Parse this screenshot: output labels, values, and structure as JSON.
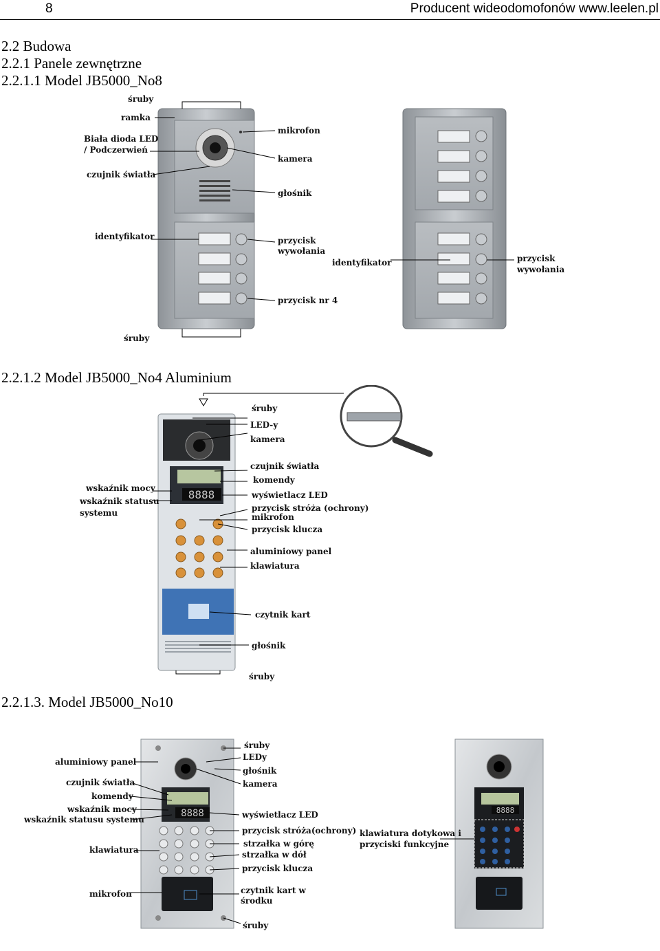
{
  "header": {
    "page_number": "8",
    "site": "Producent wideodomofonów www.leelen.pl"
  },
  "headings": {
    "h1": "2.2 Budowa",
    "h2": "2.2.1 Panele zewnętrzne",
    "h3": "2.2.1.1 Model JB5000_No8",
    "h4": "2.2.1.2 Model JB5000_No4 Aluminium",
    "h5": "2.2.1.3. Model JB5000_No10"
  },
  "fig1": {
    "labels": {
      "sruby_top": "śruby",
      "ramka": "ramka",
      "led1": "Biała dioda LED",
      "led2": "/ Podczerwień",
      "czujnik": "czujnik światła",
      "mikrofon": "mikrofon",
      "kamera": "kamera",
      "glosnik": "głośnik",
      "identyfikator": "identyfikator",
      "przycisk1": "przycisk",
      "wywolania1": "wywołania",
      "przycisk_nr4": "przycisk nr 4",
      "sruby_bottom": "śruby",
      "identyfikator2": "identyfikator",
      "przycisk2": "przycisk",
      "wywolania2": "wywołania"
    }
  },
  "fig2": {
    "display_digits": "8888",
    "labels": {
      "sruby_top": "śruby",
      "ledy": "LED-y",
      "kamera": "kamera",
      "czujnik": "czujnik światła",
      "komendy": "komendy",
      "wyswietlacz": "wyświetlacz LED",
      "przycisk_stroza": "przycisk stróża (ochrony)",
      "mikrofon": "mikrofon",
      "przycisk_klucza": "przycisk klucza",
      "aluminiowy": "aluminiowy panel",
      "klawiatura": "klawiatura",
      "czytnik": "czytnik kart",
      "glosnik": "głośnik",
      "sruby_bottom": "śruby",
      "wskaznik_mocy": "wskaźnik mocy",
      "wskaznik_statusu": "wskaźnik statusu",
      "systemu": "systemu"
    }
  },
  "fig3": {
    "display_digits": "8888",
    "display_digits2": "8888",
    "labels": {
      "aluminiowy": "aluminiowy panel",
      "czujnik": "czujnik światła",
      "komendy": "komendy",
      "wskaznik_mocy": "wskaźnik mocy",
      "wskaznik_statusu": "wskaźnik statusu systemu",
      "klawiatura": "klawiatura",
      "mikrofon": "mikrofon",
      "sruby_top": "śruby",
      "ledy": "LEDy",
      "glosnik": "głośnik",
      "kamera": "kamera",
      "wyswietlacz": "wyświetlacz LED",
      "przycisk_stroza": "przycisk stróża(ochrony)",
      "strzalka_gore": "strzałka w górę",
      "strzalka_dol": "strzałka w dół",
      "przycisk_klucza": "przycisk klucza",
      "czytnik1": "czytnik kart w",
      "czytnik2": "środku",
      "sruby_bottom": "śruby",
      "dotykowa1": "klawiatura dotykowa i",
      "dotykowa2": "przyciski funkcyjne"
    }
  }
}
